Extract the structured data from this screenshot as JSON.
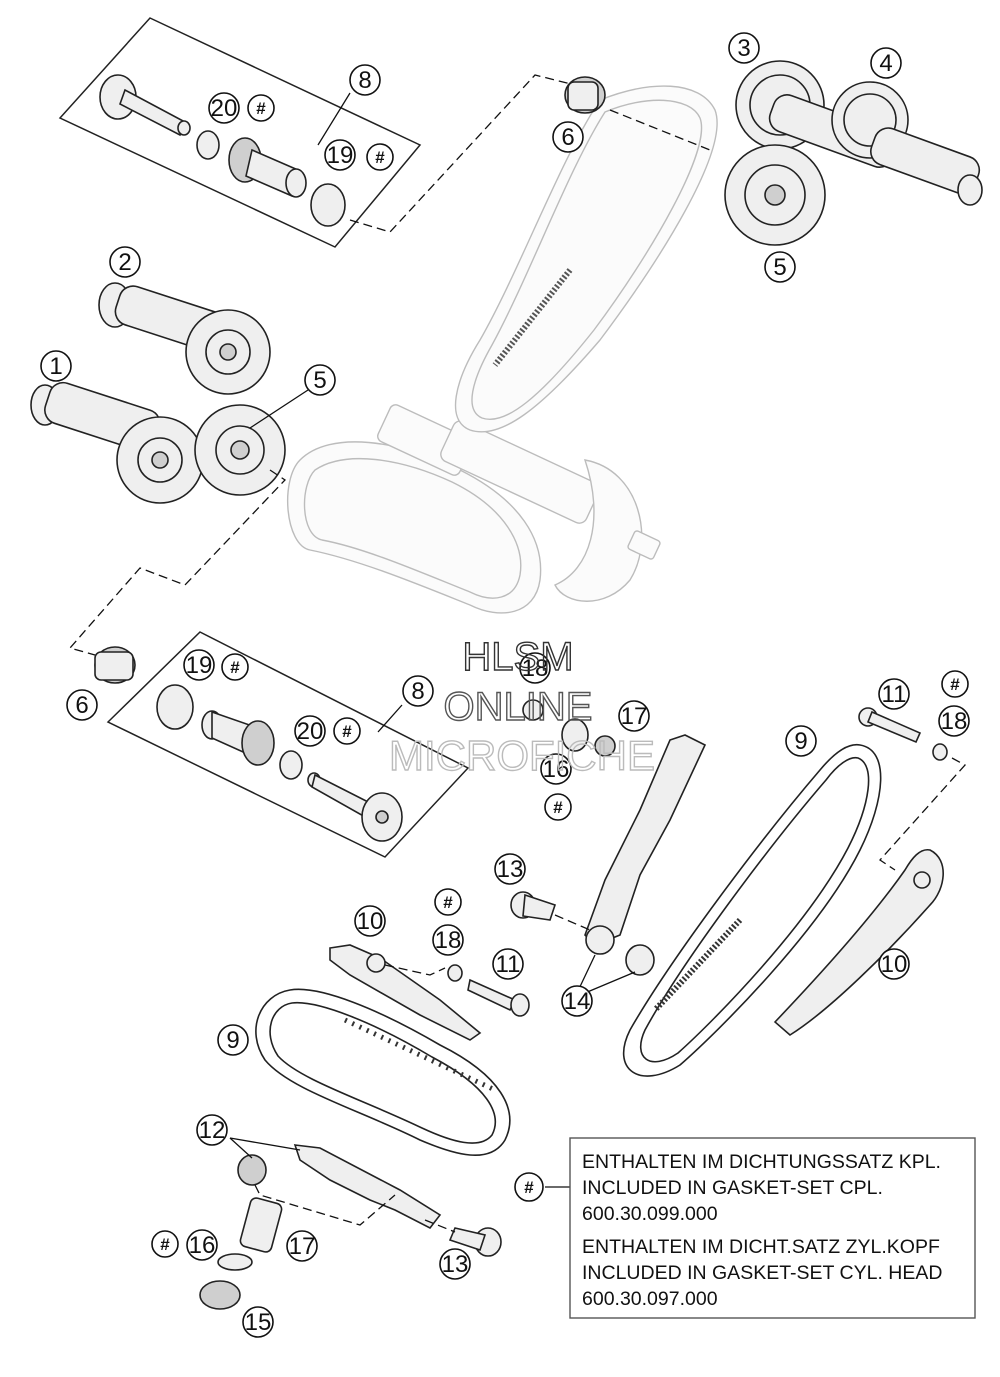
{
  "watermark": {
    "line1": "HLSM",
    "line2": "ONLINE",
    "line3": "MICROFICHE"
  },
  "callouts": {
    "c1": "1",
    "c2": "2",
    "c3": "3",
    "c4": "4",
    "c5": "5",
    "c6": "6",
    "c8": "8",
    "c9": "9",
    "c10": "10",
    "c11": "11",
    "c12": "12",
    "c13": "13",
    "c14": "14",
    "c15": "15",
    "c16": "16",
    "c17": "17",
    "c18": "18",
    "c19": "19",
    "c20": "20",
    "hash": "#"
  },
  "legend": {
    "marker": "#",
    "line1": "ENTHALTEN IM DICHTUNGSSATZ KPL.",
    "line2": "INCLUDED IN GASKET-SET CPL.",
    "line3": "600.30.099.000",
    "line4": "ENTHALTEN IM DICHT.SATZ ZYL.KOPF",
    "line5": "INCLUDED IN GASKET-SET CYL. HEAD",
    "line6": "600.30.097.000"
  }
}
